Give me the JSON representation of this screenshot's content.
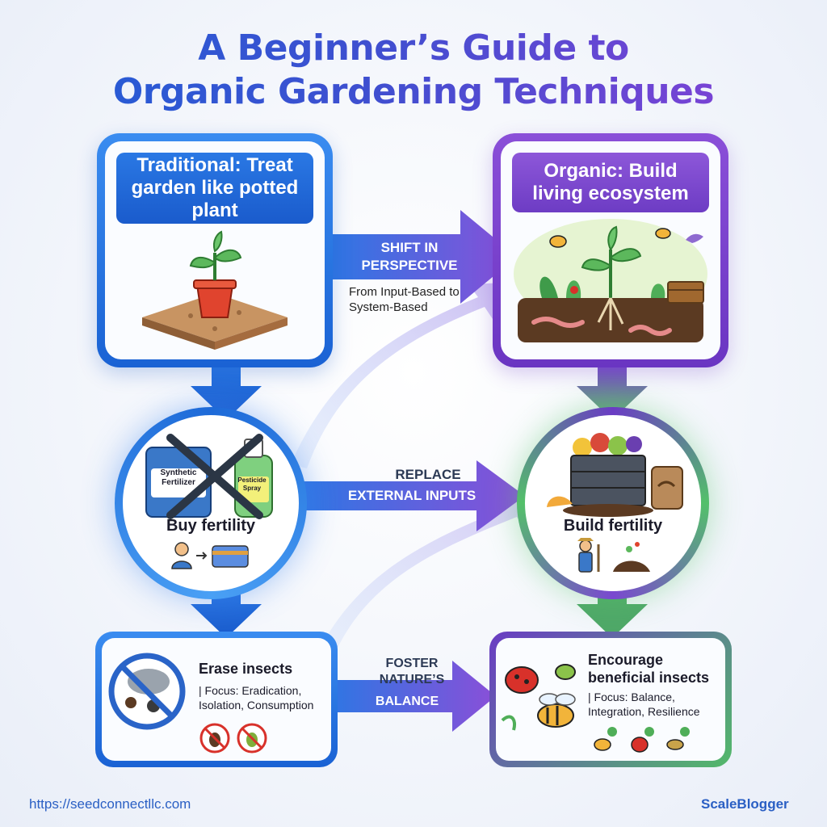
{
  "title": {
    "line1": "A Beginner’s Guide to",
    "line2": "Organic Gardening Techniques"
  },
  "traditional": {
    "heading": "Traditional: Treat garden like potted plant",
    "fertility_label": "Buy fertility",
    "fertilizer_bag": "Synthetic Fertilizer",
    "pesticide_bottle": "Pesticide Spray",
    "insects_title": "Erase insects",
    "insects_focus": "| Focus: Eradication, Isolation, Consumption"
  },
  "organic": {
    "heading": "Organic: Build living ecosystem",
    "fertility_label": "Build fertility",
    "insects_title": "Encourage beneficial insects",
    "insects_focus": "| Focus: Balance, Integration, Resilience"
  },
  "transitions": {
    "shift_title": "SHIFT IN PERSPECTIVE",
    "shift_sub": "From Input-Based to System-Based",
    "replace_top": "REPLACE",
    "replace_bottom": "EXTERNAL INPUTS",
    "foster_top": "FOSTER NATURE’S",
    "foster_bottom": "BALANCE"
  },
  "footer": {
    "url": "https://seedconnectllc.com",
    "brand": "ScaleBlogger"
  },
  "colors": {
    "blue": "#1f63d6",
    "purple": "#7a45cf",
    "green": "#53b96a"
  }
}
